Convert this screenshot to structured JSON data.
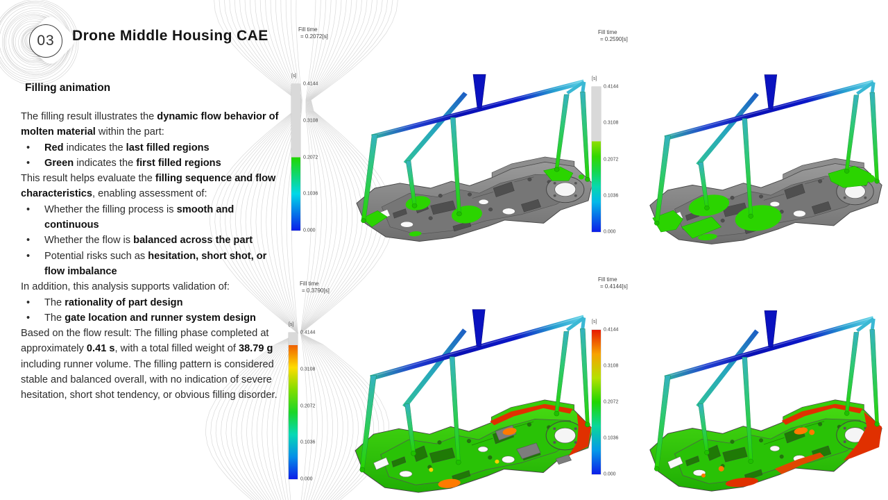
{
  "header": {
    "section_number": "03",
    "title": "Drone Middle Housing CAE",
    "section_heading": "Filling animation"
  },
  "left_panel": {
    "paragraphs": [
      {
        "bullet": false,
        "runs": [
          {
            "t": "The filling result illustrates the "
          },
          {
            "t": "dynamic flow behavior of molten material",
            "b": true
          },
          {
            "t": " within the part:"
          }
        ]
      },
      {
        "bullet": true,
        "runs": [
          {
            "t": "Red",
            "b": true
          },
          {
            "t": " indicates the "
          },
          {
            "t": "last filled regions",
            "b": true
          }
        ]
      },
      {
        "bullet": true,
        "runs": [
          {
            "t": "Green",
            "b": true
          },
          {
            "t": " indicates the "
          },
          {
            "t": "first filled regions",
            "b": true
          }
        ]
      },
      {
        "bullet": false,
        "runs": [
          {
            "t": "This result helps evaluate the "
          },
          {
            "t": "filling sequence and flow characteristics",
            "b": true
          },
          {
            "t": ", enabling assessment of:"
          }
        ]
      },
      {
        "bullet": true,
        "runs": [
          {
            "t": "Whether the filling process is "
          },
          {
            "t": "smooth and continuous",
            "b": true
          }
        ]
      },
      {
        "bullet": true,
        "runs": [
          {
            "t": "Whether the flow is "
          },
          {
            "t": "balanced across the part",
            "b": true
          }
        ]
      },
      {
        "bullet": true,
        "runs": [
          {
            "t": "Potential risks such as "
          },
          {
            "t": "hesitation, short shot, or flow imbalance",
            "b": true
          }
        ]
      },
      {
        "bullet": false,
        "runs": [
          {
            "t": "In addition, this analysis supports validation of:"
          }
        ]
      },
      {
        "bullet": true,
        "runs": [
          {
            "t": "The "
          },
          {
            "t": "rationality of part design",
            "b": true
          }
        ]
      },
      {
        "bullet": true,
        "runs": [
          {
            "t": "The "
          },
          {
            "t": "gate location and runner system design",
            "b": true
          }
        ]
      },
      {
        "bullet": false,
        "runs": [
          {
            "t": "Based on the flow result: The filling phase completed at approximately "
          },
          {
            "t": "0.41 s",
            "b": true
          },
          {
            "t": ", with a total filled weight of "
          },
          {
            "t": "38.79 g",
            "b": true
          },
          {
            "t": " including runner volume. The filling pattern is considered stable and balanced overall, with no indication of severe hesitation, short shot tendency, or obvious filling disorder."
          }
        ]
      }
    ],
    "bullet_glyph": "•"
  },
  "panels": [
    {
      "name": "fill-frame-1",
      "legend_title": "Fill time",
      "legend_value": "= 0.2072[s]",
      "unit": "[s]",
      "ticks": [
        "0.4144",
        "0.3108",
        "0.2072",
        "0.1036",
        "0.000"
      ],
      "progress": 0.5,
      "state": "early"
    },
    {
      "name": "fill-frame-2",
      "legend_title": "Fill time",
      "legend_value": "= 0.2590[s]",
      "unit": "[s]",
      "ticks": [
        "0.4144",
        "0.3108",
        "0.2072",
        "0.1036",
        "0.000"
      ],
      "progress": 0.625,
      "state": "mid"
    },
    {
      "name": "fill-frame-3",
      "legend_title": "Fill time",
      "legend_value": "= 0.3790[s]",
      "unit": "[s]",
      "ticks": [
        "0.4144",
        "0.3108",
        "0.2072",
        "0.1036",
        "0.000"
      ],
      "progress": 0.9146,
      "state": "late"
    },
    {
      "name": "fill-frame-4",
      "legend_title": "Fill time",
      "legend_value": "= 0.4144[s]",
      "unit": "[s]",
      "ticks": [
        "0.4144",
        "0.3108",
        "0.2072",
        "0.1036",
        "0.000"
      ],
      "progress": 1.0,
      "state": "complete"
    }
  ],
  "colors": {
    "ramp_red": "#e61a00",
    "ramp_yellow": "#ffe600",
    "ramp_green": "#20d600",
    "ramp_cyan": "#00d8e8",
    "ramp_blue": "#0c1ee8",
    "unfilled_gray": "#d9d9d9",
    "body_gray": "#8a8a8a",
    "fill_green": "#2bd400",
    "last_fill_red": "#e03000",
    "flow_orange": "#ff7a00",
    "runner_blue": "#0a12c0",
    "runner_cyan": "#3ab8d4",
    "decor_line": "#d2d2d2",
    "text_dark": "#141414"
  }
}
